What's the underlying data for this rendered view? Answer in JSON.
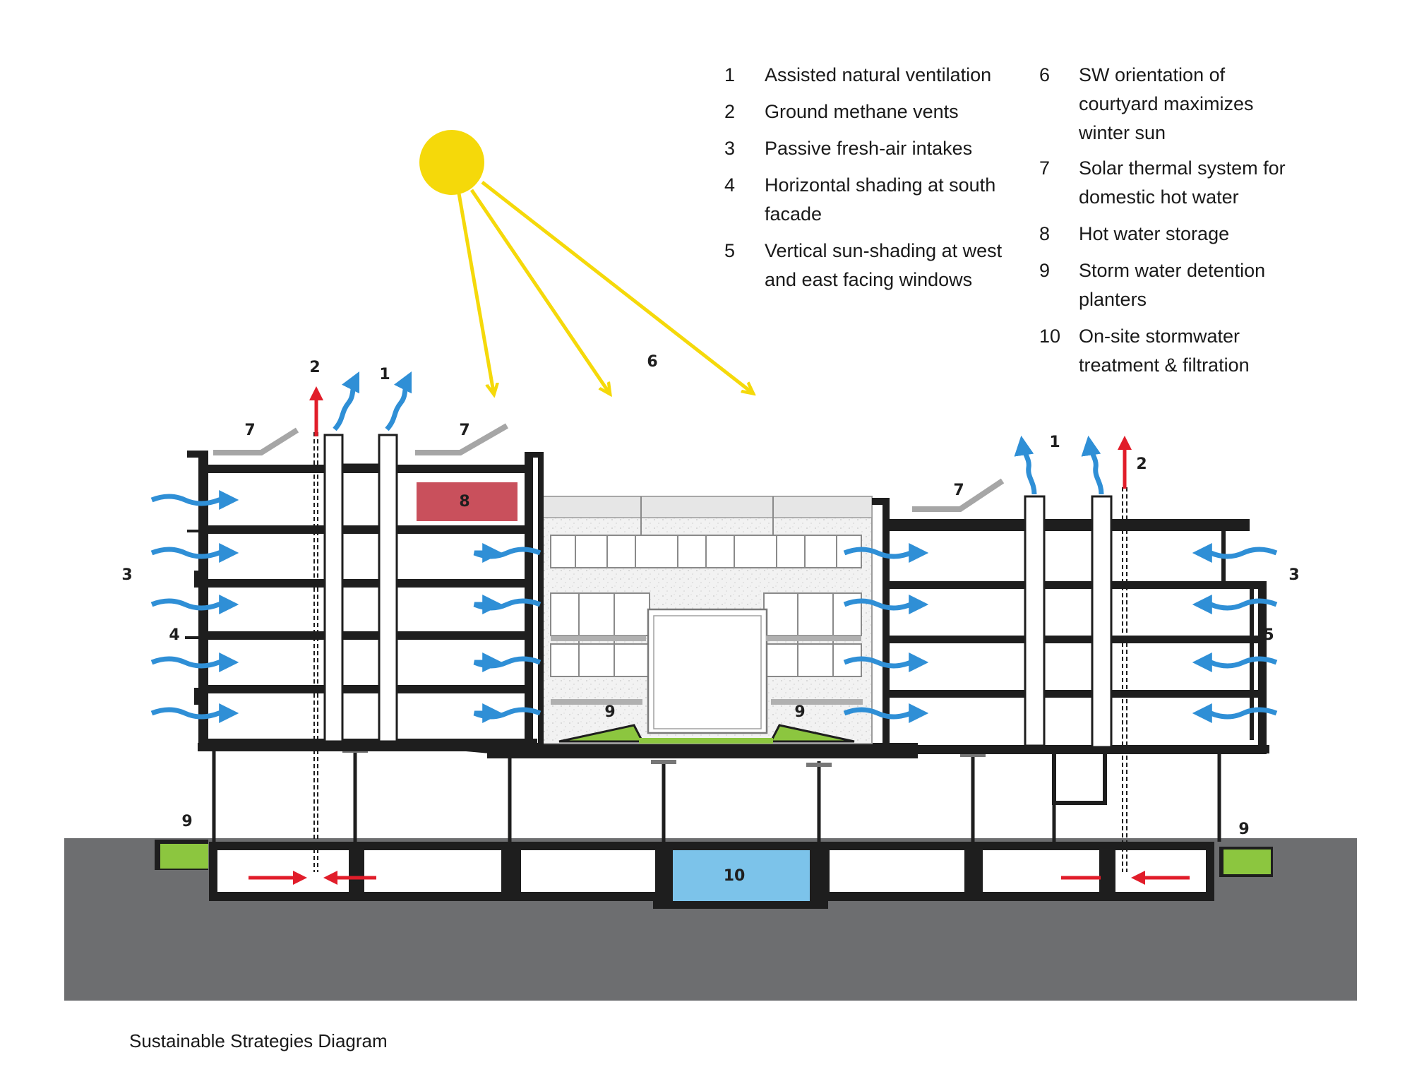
{
  "caption": "Sustainable Strategies Diagram",
  "legend": [
    {
      "num": "1",
      "text": "Assisted natural ventilation"
    },
    {
      "num": "2",
      "text": "Ground methane vents"
    },
    {
      "num": "3",
      "text": "Passive fresh-air intakes"
    },
    {
      "num": "4",
      "text": "Horizontal shading at south facade"
    },
    {
      "num": "5",
      "text": "Vertical sun-shading at west and east facing windows"
    },
    {
      "num": "6",
      "text": "SW orientation of courtyard maximizes winter sun"
    },
    {
      "num": "7",
      "text": "Solar thermal system for domestic hot water"
    },
    {
      "num": "8",
      "text": "Hot water storage"
    },
    {
      "num": "9",
      "text": "Storm water detention planters"
    },
    {
      "num": "10",
      "text": "On-site stormwater treatment & filtration"
    }
  ],
  "markers": {
    "m1": "1",
    "m2": "2",
    "m3": "3",
    "m4": "4",
    "m5": "5",
    "m6": "6",
    "m7": "7",
    "m8": "8",
    "m9": "9",
    "m10": "10"
  },
  "colors": {
    "sun": "#f5d90a",
    "air_flow": "#2f8fd6",
    "methane_vent": "#e11d2a",
    "hot_water_tank": "#c9505c",
    "planter": "#8cc63f",
    "storm_tank": "#7cc3ea",
    "ground": "#6d6e70",
    "structure": "#1e1e1e",
    "solar_panel": "#a6a6a6"
  }
}
